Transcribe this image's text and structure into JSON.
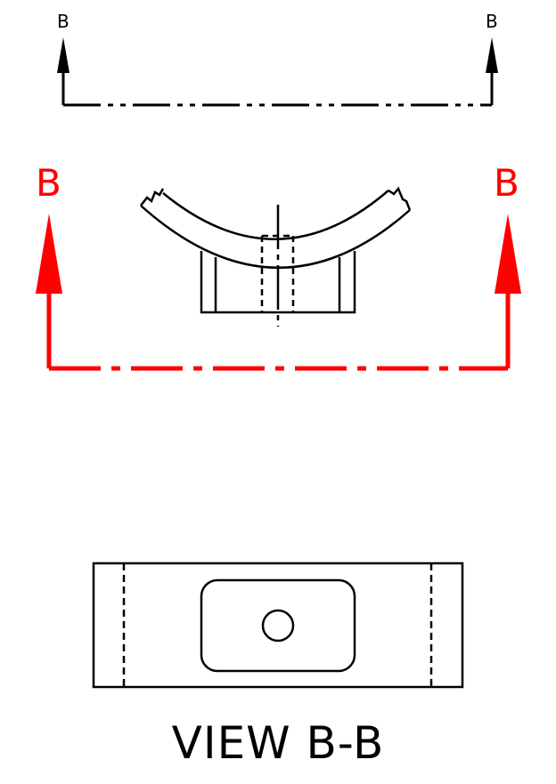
{
  "section_black": {
    "left_label": "B",
    "right_label": "B",
    "color": "#000000"
  },
  "section_red": {
    "left_label": "B",
    "right_label": "B",
    "color": "#ff0000"
  },
  "view_caption": "VIEW B-B"
}
